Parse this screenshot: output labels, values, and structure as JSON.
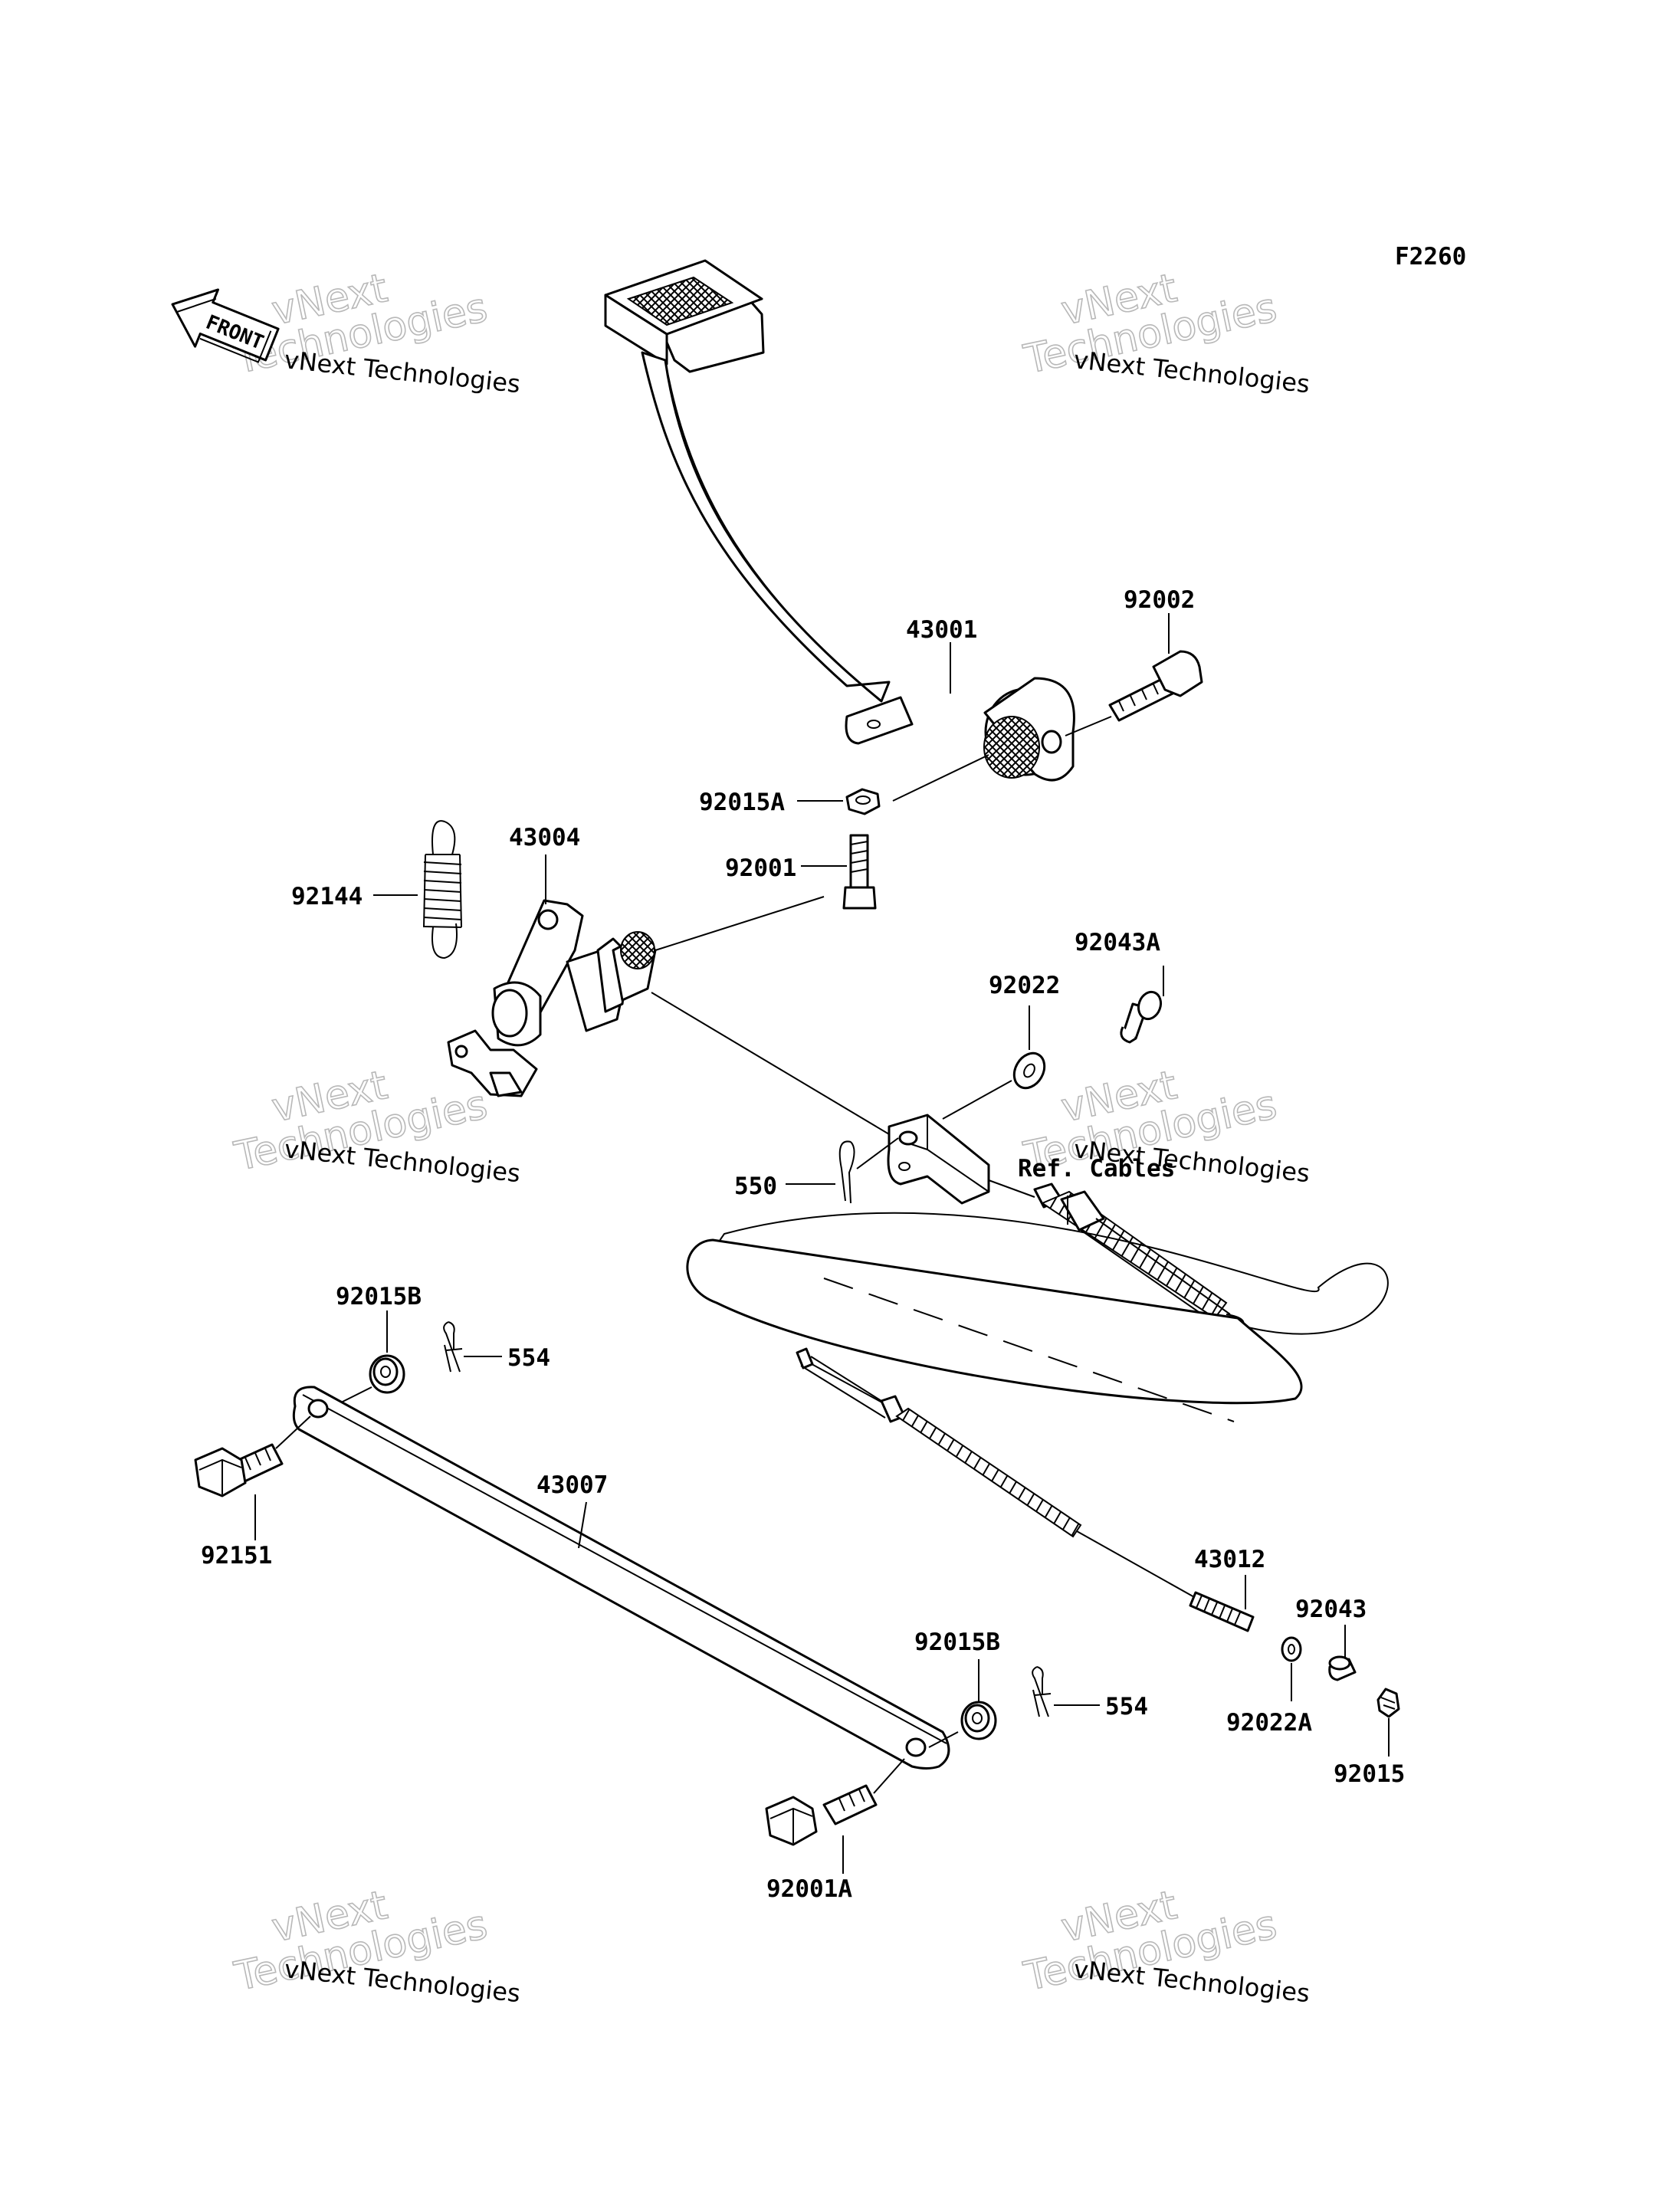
{
  "figure_code": "F2260",
  "front_marker": "FRONT",
  "cable_reference": "Ref. Cables",
  "watermark": {
    "line1": "vNext",
    "line2": "Technologies",
    "caption": "vNext Technologies"
  },
  "parts": [
    {
      "id": "p-43001",
      "label": "43001"
    },
    {
      "id": "p-92002",
      "label": "92002"
    },
    {
      "id": "p-92015A",
      "label": "92015A"
    },
    {
      "id": "p-43004",
      "label": "43004"
    },
    {
      "id": "p-92001",
      "label": "92001"
    },
    {
      "id": "p-92144",
      "label": "92144"
    },
    {
      "id": "p-92043A",
      "label": "92043A"
    },
    {
      "id": "p-92022",
      "label": "92022"
    },
    {
      "id": "p-550",
      "label": "550"
    },
    {
      "id": "p-92015B-top",
      "label": "92015B"
    },
    {
      "id": "p-554-top",
      "label": "554"
    },
    {
      "id": "p-43007",
      "label": "43007"
    },
    {
      "id": "p-92151",
      "label": "92151"
    },
    {
      "id": "p-43012",
      "label": "43012"
    },
    {
      "id": "p-92043",
      "label": "92043"
    },
    {
      "id": "p-92022A",
      "label": "92022A"
    },
    {
      "id": "p-92015",
      "label": "92015"
    },
    {
      "id": "p-92015B-bottom",
      "label": "92015B"
    },
    {
      "id": "p-554-bottom",
      "label": "554"
    },
    {
      "id": "p-92001A",
      "label": "92001A"
    }
  ]
}
